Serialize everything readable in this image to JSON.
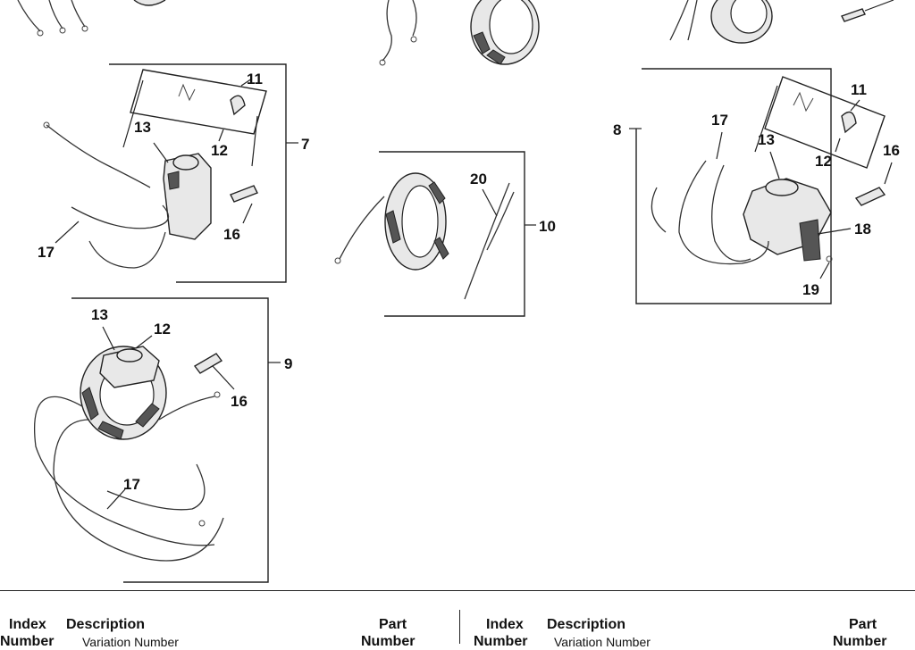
{
  "callouts": {
    "c7_11": "11",
    "c7_13": "13",
    "c7_12": "12",
    "c7_7": "7",
    "c7_16": "16",
    "c7_17": "17",
    "c9_13": "13",
    "c9_12": "12",
    "c9_16": "16",
    "c9_9": "9",
    "c9_17": "17",
    "c10_20": "20",
    "c10_10": "10",
    "c8_11": "11",
    "c8_8": "8",
    "c8_17": "17",
    "c8_13": "13",
    "c8_12": "12",
    "c8_16": "16",
    "c8_18": "18",
    "c8_19": "19"
  },
  "parts_table": {
    "left": {
      "index_label": "Index",
      "description_label": "Description",
      "part_label": "Part",
      "number_label": "Number",
      "variation_label": "Variation Number",
      "part_number_label": "Number"
    },
    "right": {
      "index_label": "Index",
      "description_label": "Description",
      "part_label": "Part",
      "number_label": "Number",
      "variation_label": "Variation Number",
      "part_number_label": "Number"
    }
  }
}
